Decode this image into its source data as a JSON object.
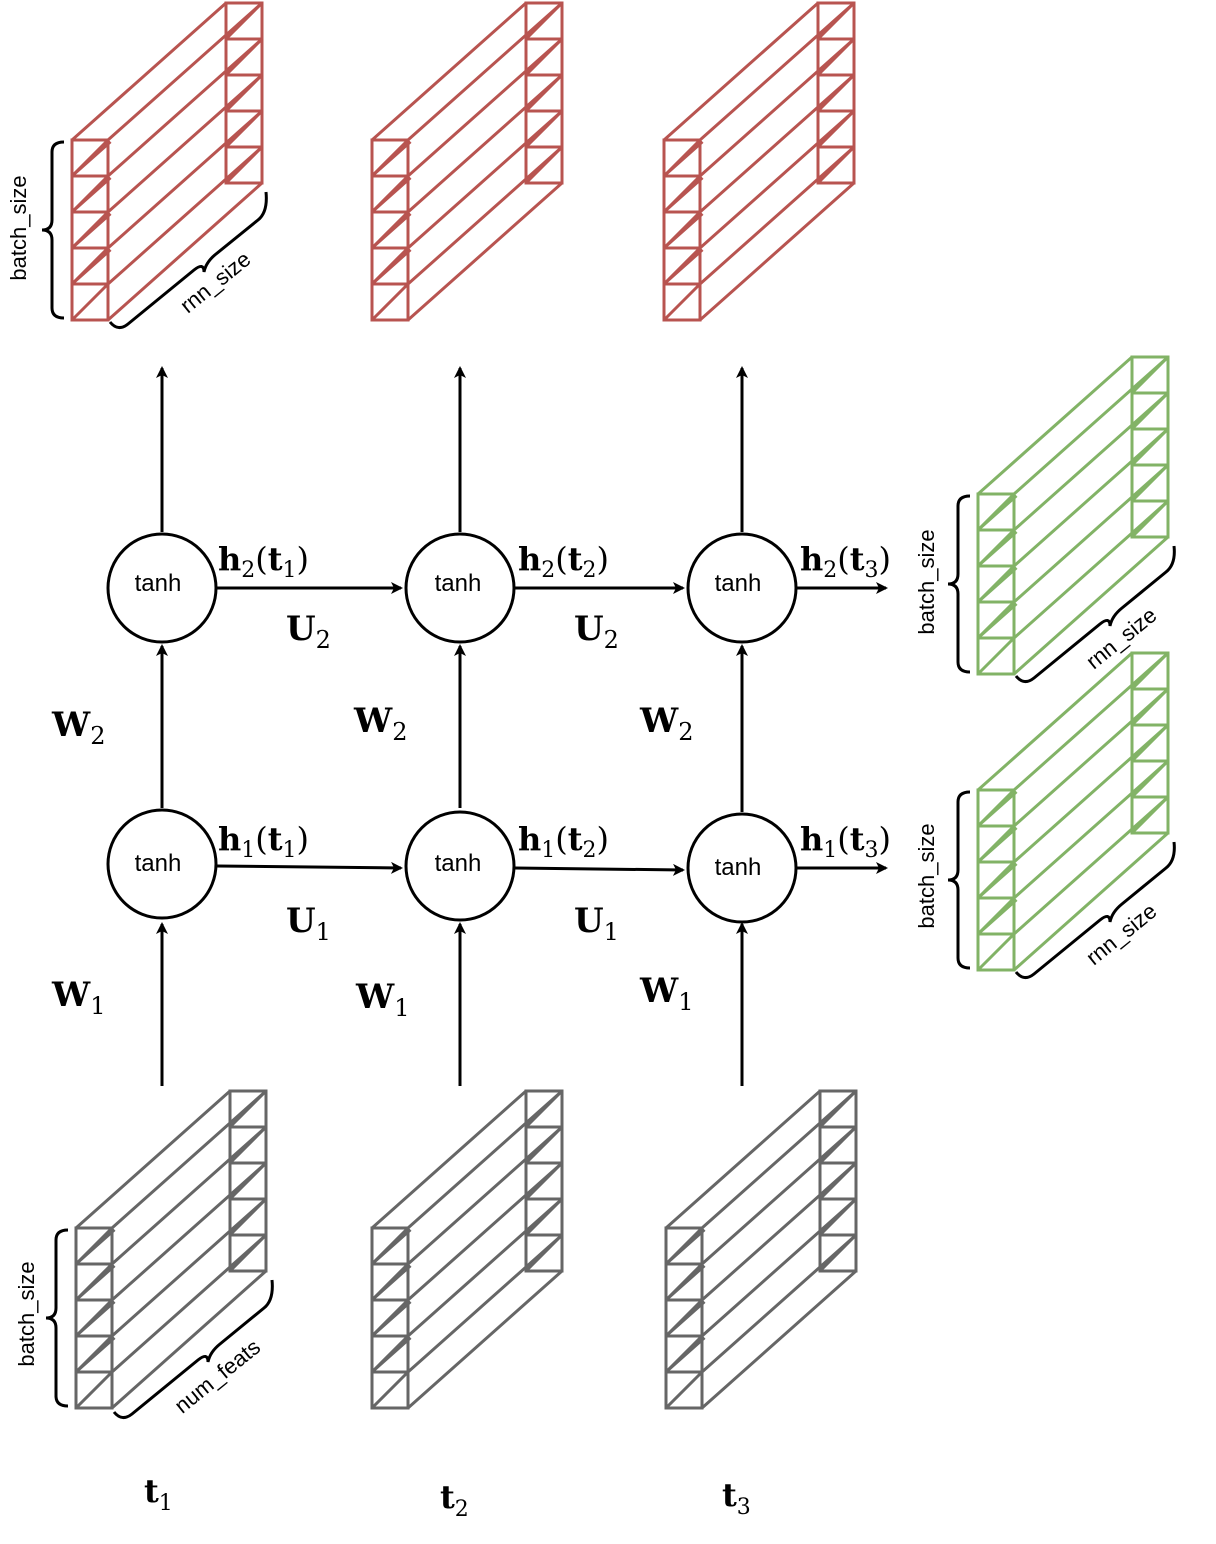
{
  "colors": {
    "output": "#b85450",
    "state": "#82b366",
    "input": "#666666",
    "line": "#000000"
  },
  "nodes": {
    "cell_label": "tanh"
  },
  "dims": {
    "batch": "batch_size",
    "rnn": "rnn_size",
    "feats": "num_feats"
  },
  "symbols": {
    "h": "h",
    "t": "t",
    "U": "U",
    "W": "W"
  },
  "subscripts": [
    "1",
    "2",
    "3"
  ],
  "time_labels": [
    {
      "base": "t",
      "sub": "1"
    },
    {
      "base": "t",
      "sub": "2"
    },
    {
      "base": "t",
      "sub": "3"
    }
  ],
  "hidden_labels": [
    {
      "layer": "2",
      "time": "1"
    },
    {
      "layer": "2",
      "time": "2"
    },
    {
      "layer": "2",
      "time": "3"
    },
    {
      "layer": "1",
      "time": "1"
    },
    {
      "layer": "1",
      "time": "2"
    },
    {
      "layer": "1",
      "time": "3"
    }
  ],
  "recurrent_weights": [
    {
      "base": "U",
      "sub": "2"
    },
    {
      "base": "U",
      "sub": "2"
    },
    {
      "base": "U",
      "sub": "1"
    },
    {
      "base": "U",
      "sub": "1"
    }
  ],
  "input_weights": [
    {
      "base": "W",
      "sub": "2"
    },
    {
      "base": "W",
      "sub": "2"
    },
    {
      "base": "W",
      "sub": "2"
    },
    {
      "base": "W",
      "sub": "1"
    },
    {
      "base": "W",
      "sub": "1"
    },
    {
      "base": "W",
      "sub": "1"
    }
  ]
}
